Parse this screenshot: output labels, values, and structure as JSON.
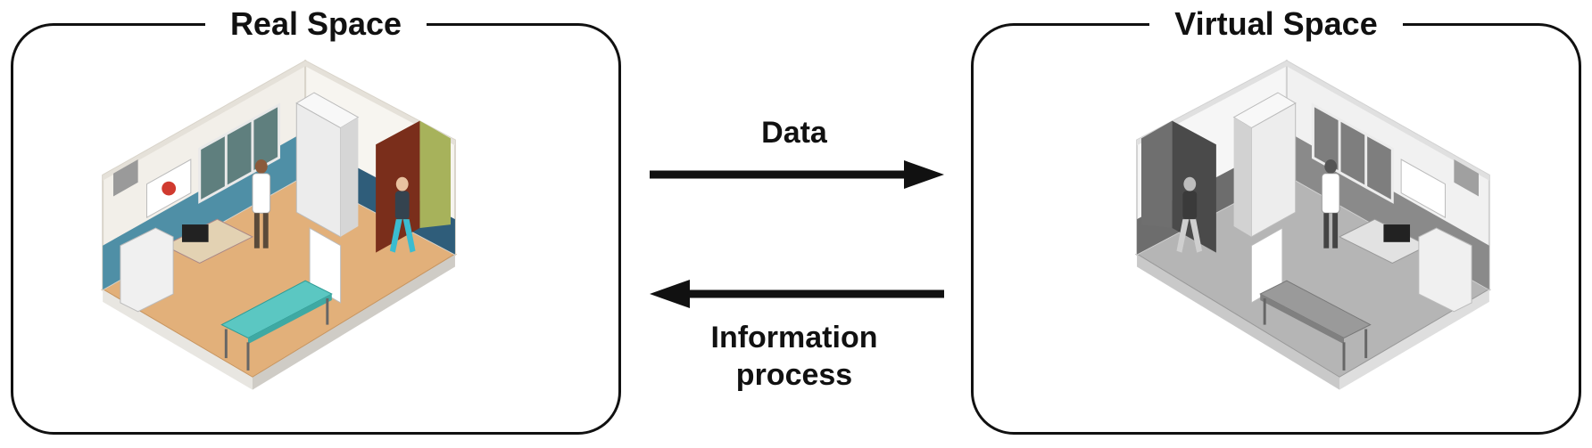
{
  "panels": {
    "real": {
      "title": "Real Space"
    },
    "virtual": {
      "title": "Virtual Space"
    }
  },
  "arrows": {
    "forward": {
      "label": "Data"
    },
    "backward": {
      "label": "Information\nprocess"
    }
  },
  "colors": {
    "floor_real": "#e2b07a",
    "wall_real": "#f2efe9",
    "panel_real": "#4f8fa6",
    "door_real": "#7a2e1b",
    "bed_real": "#5bc7c2",
    "gray_dark": "#4a4a4a",
    "gray_mid": "#9a9a9a",
    "gray_light": "#d8d8d8"
  }
}
